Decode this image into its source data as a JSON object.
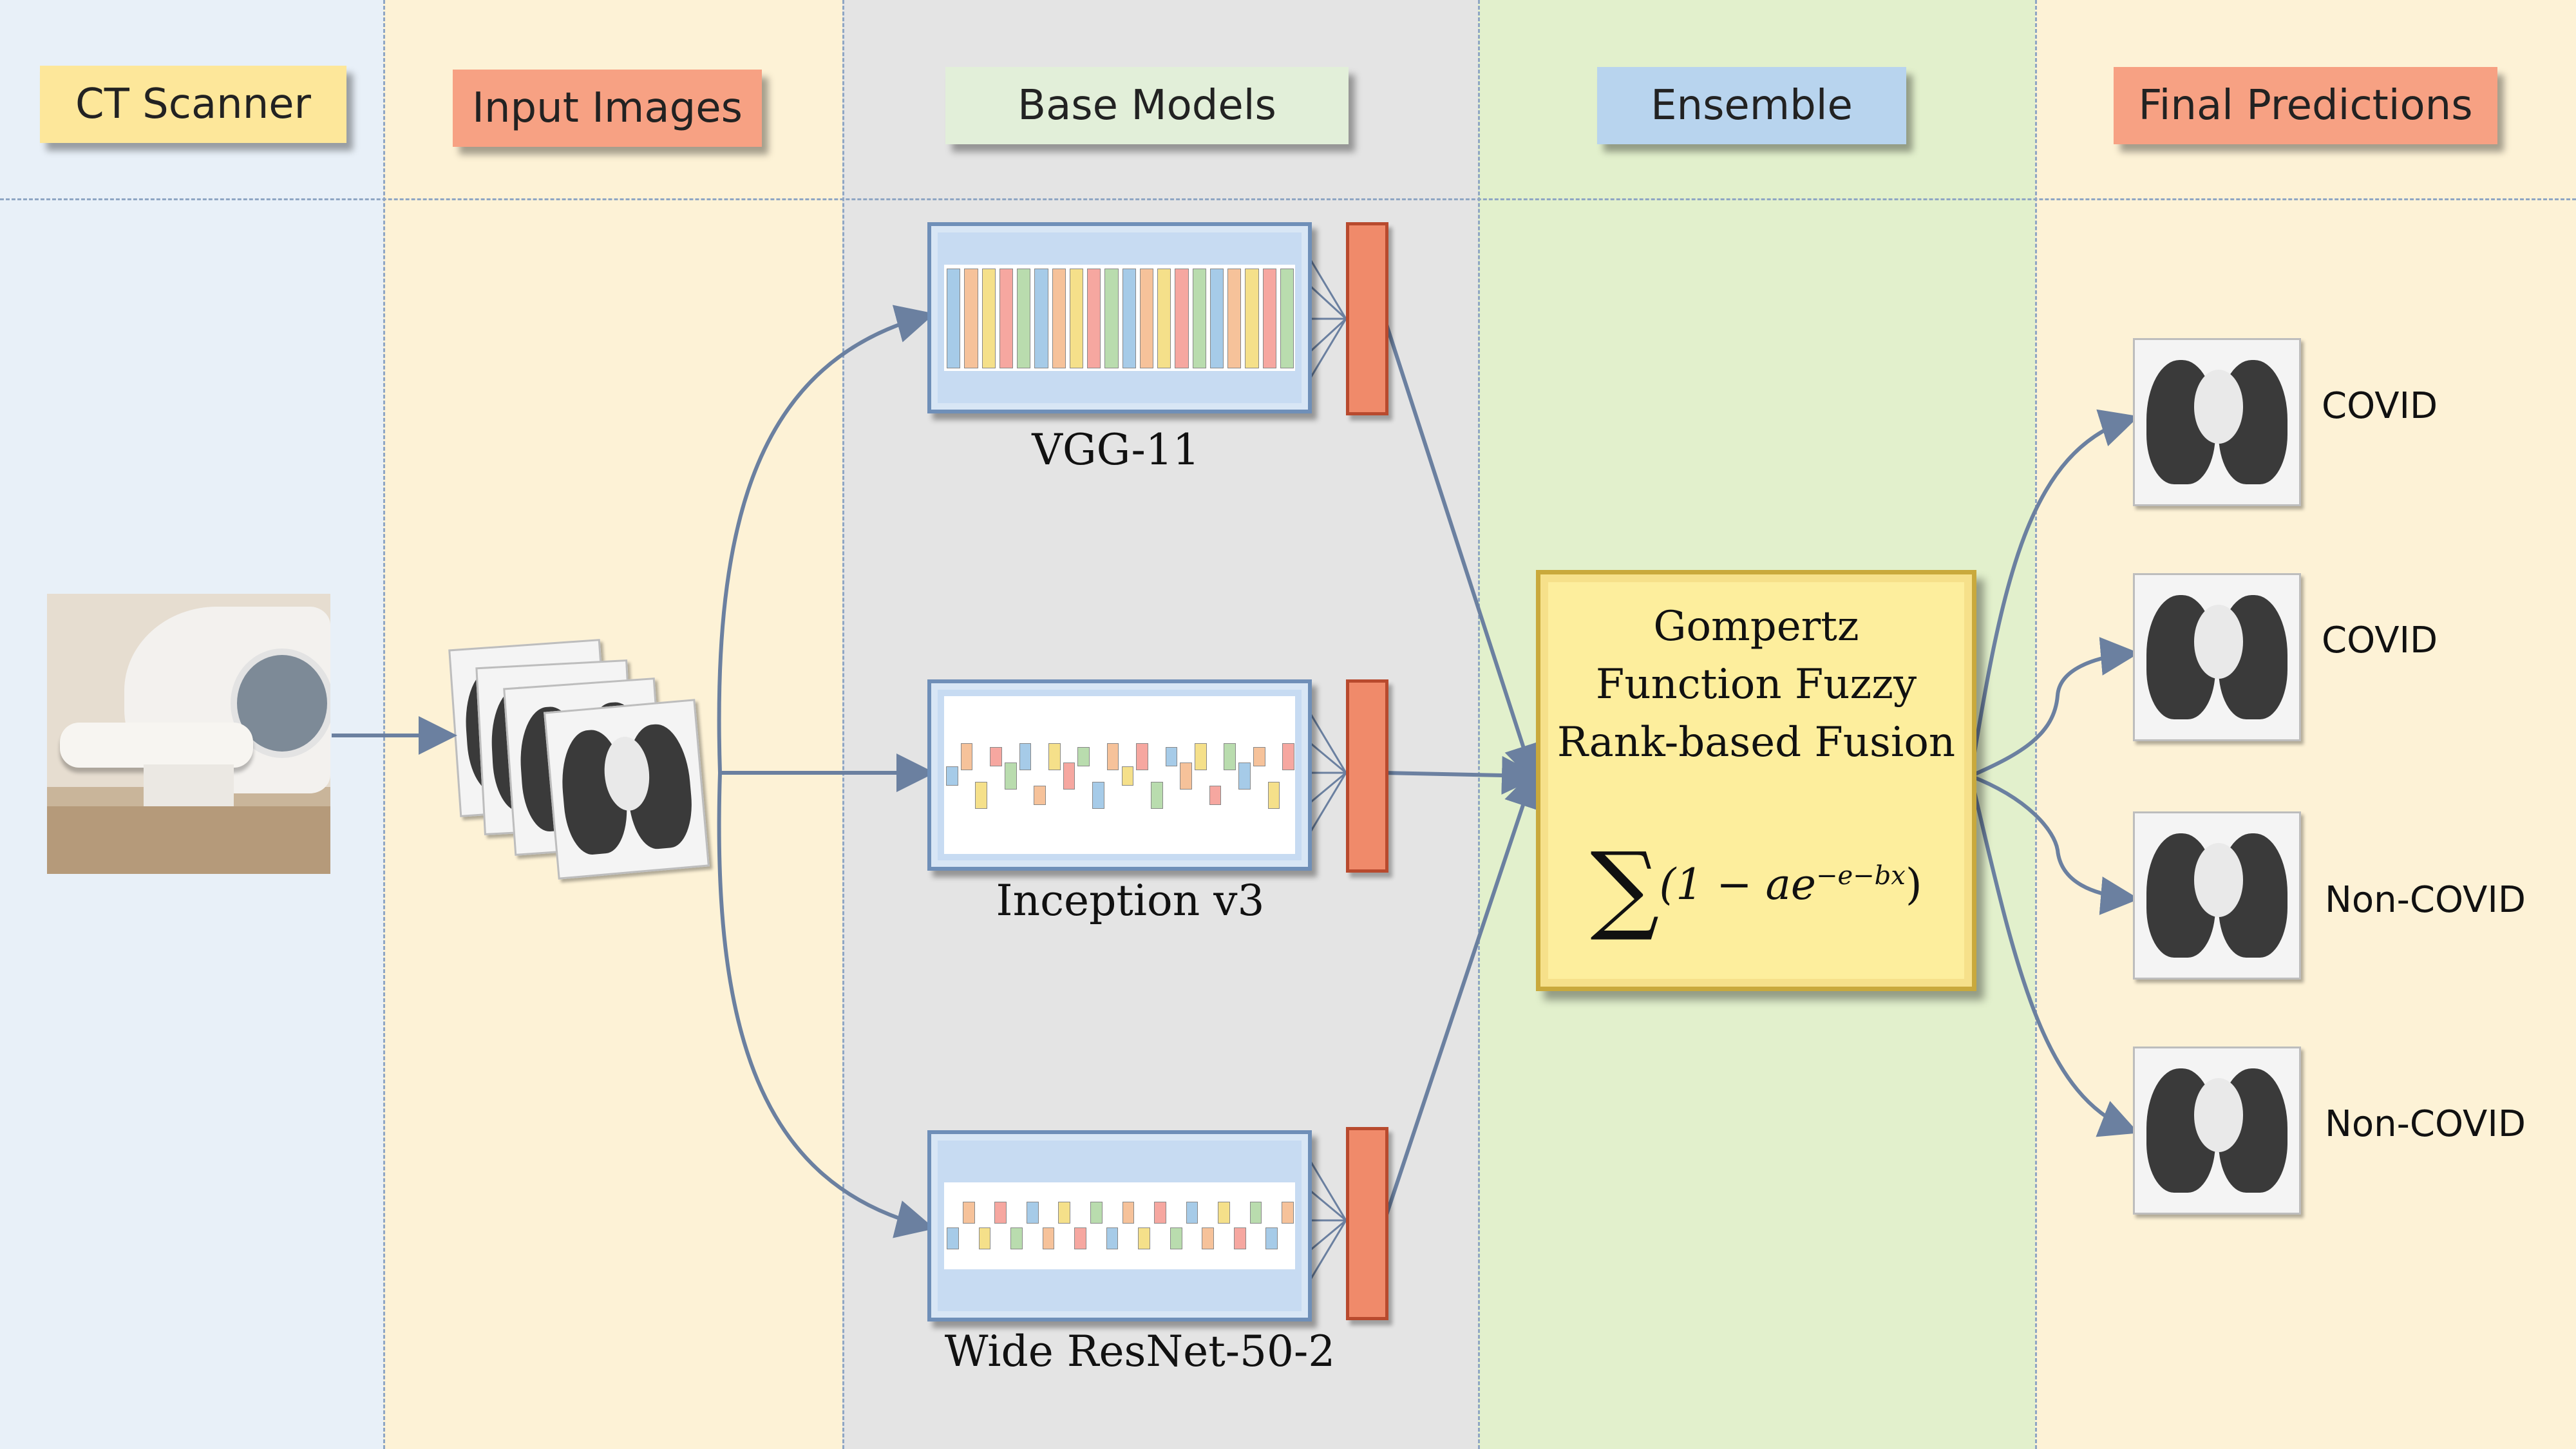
{
  "columns": {
    "ct_scanner": "CT Scanner",
    "input_images": "Input Images",
    "base_models": "Base Models",
    "ensemble": "Ensemble",
    "final_predictions": "Final Predictions"
  },
  "models": [
    {
      "name": "VGG-11"
    },
    {
      "name": "Inception v3"
    },
    {
      "name": "Wide ResNet-50-2"
    }
  ],
  "fusion": {
    "title_line1": "Gompertz",
    "title_line2": "Function Fuzzy",
    "title_line3": "Rank-based Fusion",
    "formula_sigma": "∑",
    "formula_body": "(1 − ae",
    "formula_exp": "−e−bx",
    "formula_close": ")"
  },
  "predictions": [
    "COVID",
    "COVID",
    "Non-COVID",
    "Non-COVID"
  ],
  "colors": {
    "col_ct": "#e8f0f8",
    "col_input": "#fdf2d6",
    "col_models": "#e4e4e4",
    "col_ensemble": "#e2f0cc",
    "col_final": "#fdf2d6",
    "hdr_ct": "#fde79a",
    "hdr_input": "#f7a183",
    "hdr_models": "#e2efd9",
    "hdr_ensemble": "#b8d4ee",
    "hdr_final": "#f7a183",
    "arrow": "#6b80a0"
  }
}
